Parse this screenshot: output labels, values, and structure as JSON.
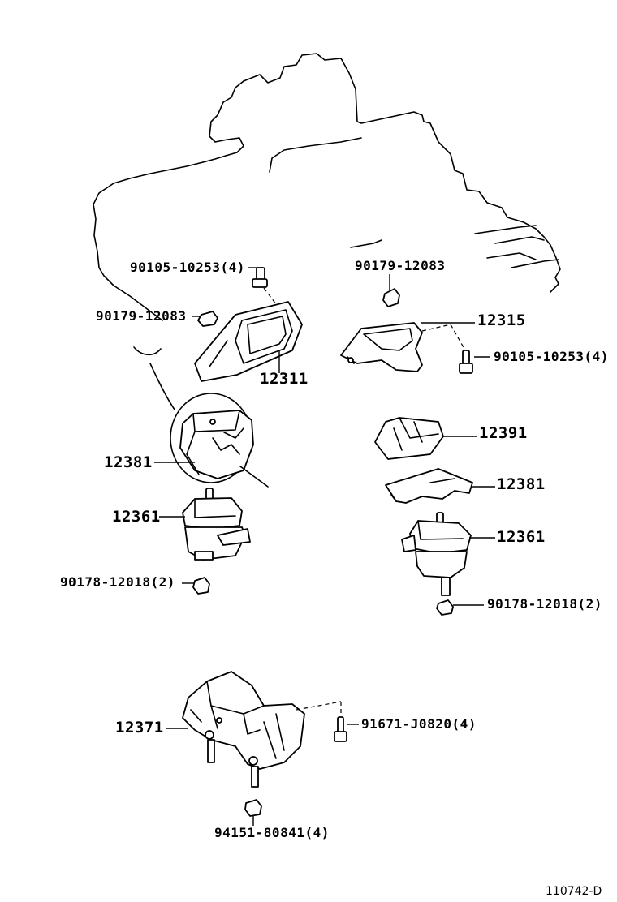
{
  "diagram": {
    "labels": {
      "bolt_top_left": "90105-10253(4)",
      "nut_top_center": "90179-12083",
      "nut_left": "90179-12083",
      "bracket_left": "12311",
      "bracket_right": "12315",
      "bolt_right": "90105-10253(4)",
      "insulator_left": "12381",
      "insulator_right_cover": "12391",
      "insulator_right": "12381",
      "mount_left": "12361",
      "mount_right": "12361",
      "nut_mount_left": "90178-12018(2)",
      "nut_mount_right": "90178-12018(2)",
      "rear_mount": "12371",
      "bolt_rear": "91671-J0820(4)",
      "nut_rear": "94151-80841(4)"
    },
    "reference_code": "110742-D"
  }
}
